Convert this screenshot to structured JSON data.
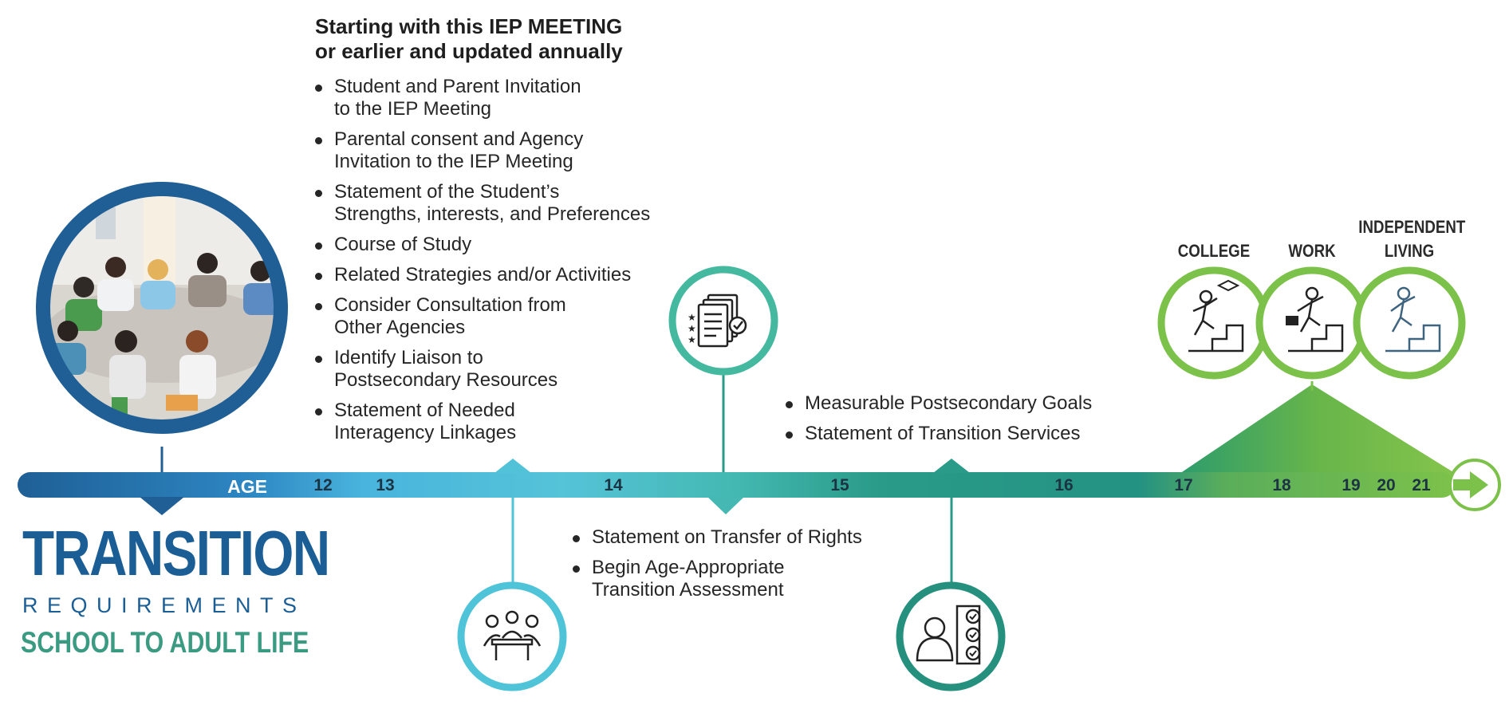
{
  "header": {
    "line1": "Starting with this IEP MEETING",
    "line2": "or earlier and updated annually"
  },
  "top_list": [
    [
      "Student and Parent Invitation",
      "to the IEP Meeting"
    ],
    [
      "Parental consent and Agency",
      "Invitation to the IEP Meeting"
    ],
    [
      "Statement of the Student’s",
      "Strengths, interests, and Preferences"
    ],
    [
      "Course of Study"
    ],
    [
      "Related Strategies and/or Activities"
    ],
    [
      "Consider Consultation from",
      "Other Agencies"
    ],
    [
      "Identify Liaison to",
      "Postsecondary Resources"
    ],
    [
      "Statement of Needed",
      "Interagency Linkages"
    ]
  ],
  "age15_list": [
    "Measurable Postsecondary Goals",
    "Statement of Transition Services"
  ],
  "age14_list": [
    [
      "Statement on Transfer of Rights"
    ],
    [
      "Begin Age-Appropriate",
      "Transition Assessment"
    ]
  ],
  "timeline": {
    "age_label": "AGE",
    "ages": [
      "12",
      "13",
      "14",
      "15",
      "16",
      "17",
      "18",
      "19",
      "20",
      "21"
    ]
  },
  "destinations": {
    "college": "COLLEGE",
    "work": "WORK",
    "living_line1": "INDEPENDENT",
    "living_line2": "LIVING"
  },
  "title": {
    "main": "TRANSITION",
    "sub": "REQUIREMENTS",
    "tagline": "SCHOOL TO ADULT LIFE"
  },
  "icons": {
    "meeting_photo": "iep-meeting-illustration",
    "checklist": "checklist-document-icon",
    "group_meeting": "group-meeting-icon",
    "person_checklist": "person-checklist-icon",
    "stairs_college": "climbing-stairs-graduate-icon",
    "stairs_work": "climbing-stairs-briefcase-icon",
    "stairs_living": "climbing-stairs-icon",
    "arrow": "arrow-right-icon"
  },
  "colors": {
    "dark_blue": "#1b5e96",
    "light_blue": "#4fc3d8",
    "teal": "#2a9b88",
    "green": "#7cc24a"
  }
}
